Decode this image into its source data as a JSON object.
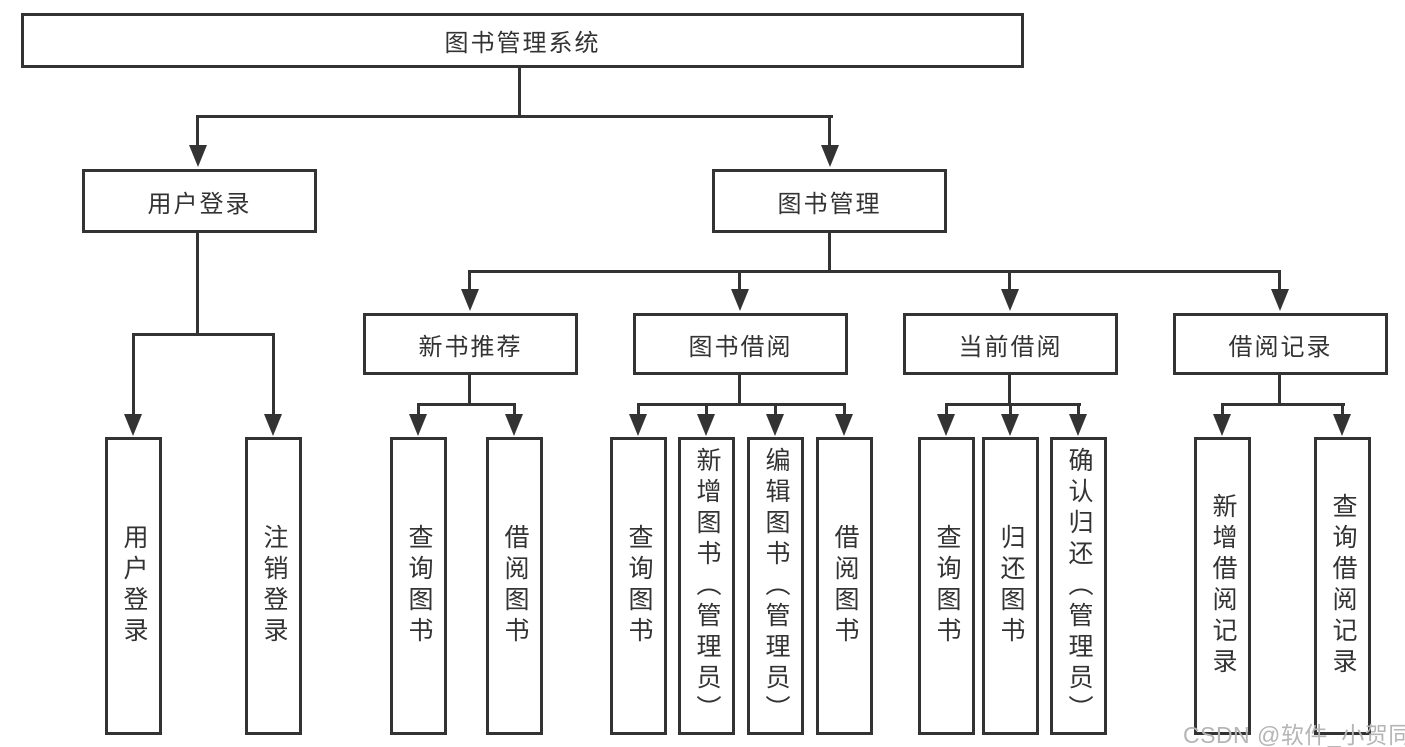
{
  "tree": {
    "root": "图书管理系统",
    "level2": [
      "用户登录",
      "图书管理"
    ],
    "level3": [
      "新书推荐",
      "图书借阅",
      "当前借阅",
      "借阅记录"
    ],
    "leaves": {
      "user_login": [
        "用户登录",
        "注销登录"
      ],
      "new_books": [
        "查询图书",
        "借阅图书"
      ],
      "book_borrow": [
        "查询图书",
        "新增图书（管理员）",
        "编辑图书（管理员）",
        "借阅图书"
      ],
      "current_borrow": [
        "查询图书",
        "归还图书",
        "确认归还（管理员）"
      ],
      "borrow_records": [
        "新增借阅记录",
        "查询借阅记录"
      ]
    }
  },
  "watermark": "CSDN @软件_小贺同学",
  "colors": {
    "line": "#333333",
    "box_background": "#ffffff",
    "watermark_text": "#b5b5b5"
  }
}
